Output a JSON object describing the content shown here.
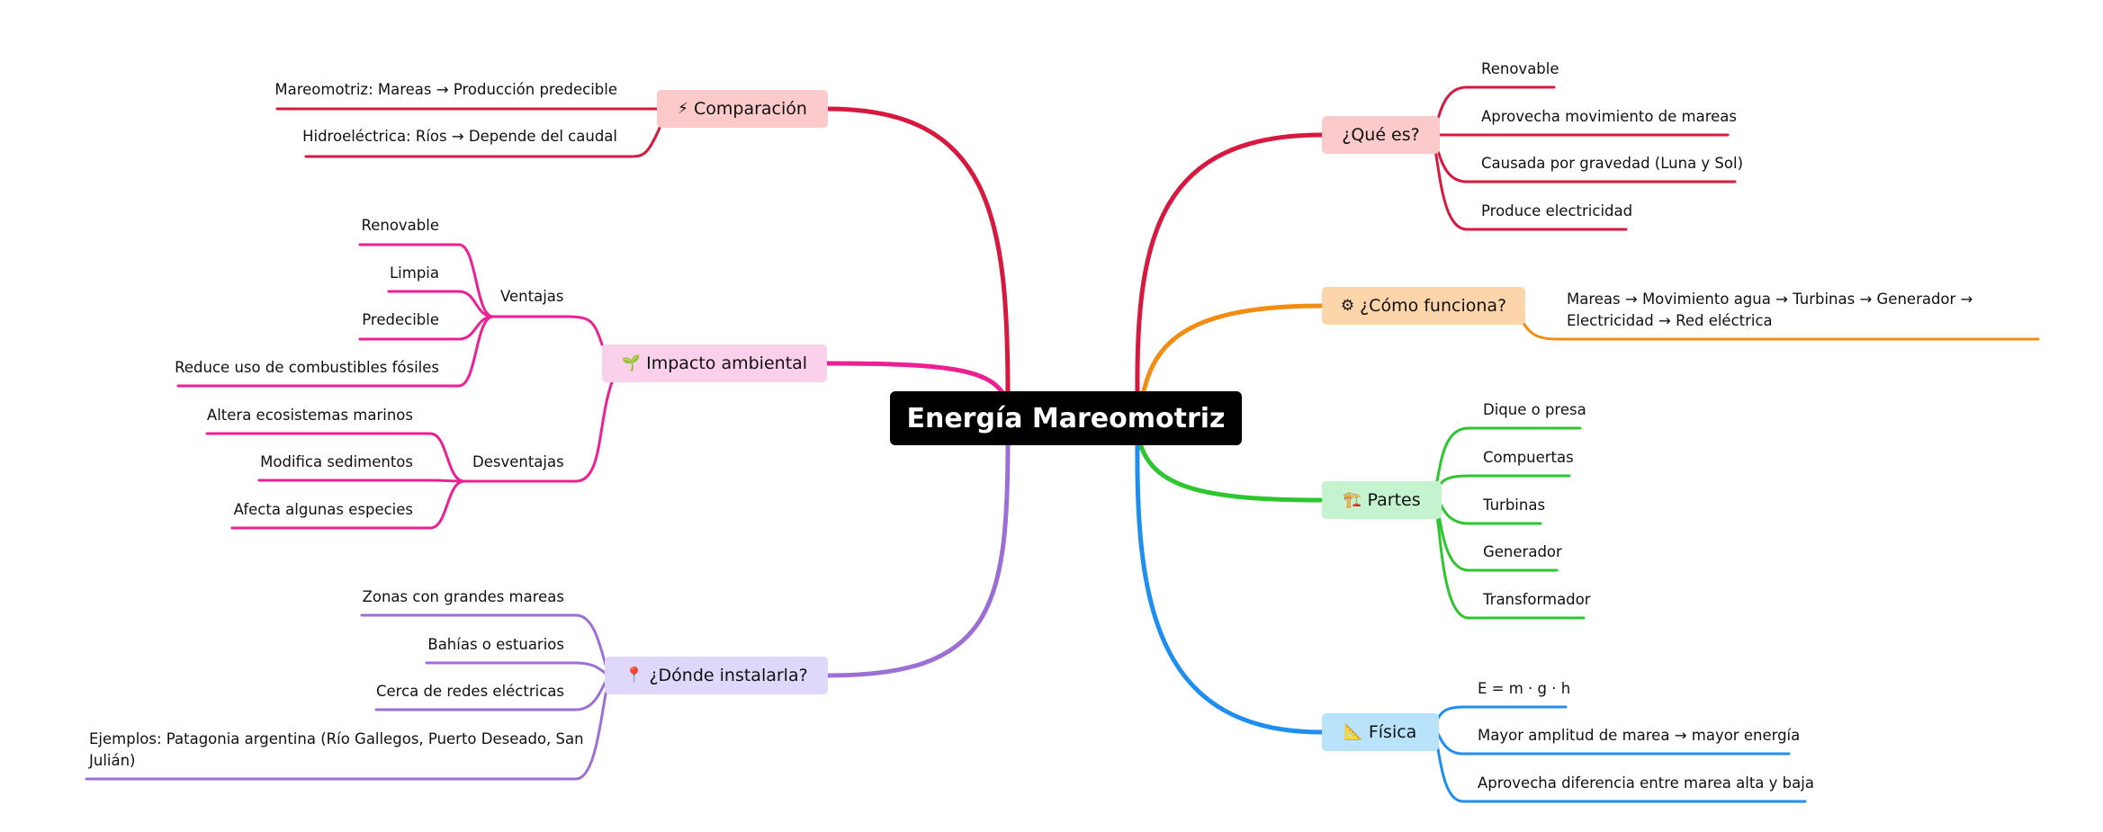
{
  "central": {
    "title": "Energía Mareomotriz"
  },
  "branches": {
    "que_es": {
      "label": "¿Qué es?",
      "color": "#d7183f",
      "fill": "#fccaca",
      "leaves": [
        "Renovable",
        "Aprovecha movimiento de mareas",
        "Causada por gravedad (Luna y Sol)",
        "Produce electricidad"
      ]
    },
    "como_funciona": {
      "label": "¿Cómo funciona?",
      "icon": "⚙",
      "color": "#f48c12",
      "fill": "#fdd5ab",
      "leaves": [
        "Mareas → Movimiento agua → Turbinas → Generador → Electricidad → Red eléctrica"
      ]
    },
    "partes": {
      "label": "Partes",
      "icon": "🏗️",
      "color": "#2ec62e",
      "fill": "#c4f3cf",
      "leaves": [
        "Dique o presa",
        "Compuertas",
        "Turbinas",
        "Generador",
        "Transformador"
      ]
    },
    "fisica": {
      "label": "Física",
      "icon": "📐",
      "color": "#1e8ff0",
      "fill": "#b8e3fa",
      "leaves": [
        "E = m · g · h",
        "Mayor amplitud de marea → mayor energía",
        "Aprovecha diferencia entre marea alta y baja"
      ]
    },
    "comparacion": {
      "label": "Comparación",
      "icon": "⚡",
      "color": "#d7183f",
      "fill": "#fccaca",
      "leaves": [
        "Mareomotriz: Mareas → Producción predecible",
        "Hidroeléctrica: Ríos → Depende del caudal"
      ]
    },
    "impacto": {
      "label": "Impacto ambiental",
      "icon": "🌱",
      "color": "#ee1f93",
      "fill": "#fbd0ea",
      "ventajas": {
        "label": "Ventajas",
        "leaves": [
          "Renovable",
          "Limpia",
          "Predecible",
          "Reduce uso de combustibles fósiles"
        ]
      },
      "desventajas": {
        "label": "Desventajas",
        "leaves": [
          "Altera ecosistemas marinos",
          "Modifica sedimentos",
          "Afecta algunas especies"
        ]
      }
    },
    "donde": {
      "label": "¿Dónde instalarla?",
      "icon": "📍",
      "color": "#9b6fd6",
      "fill": "#dfd8fb",
      "leaves": [
        "Zonas con grandes mareas",
        "Bahías o estuarios",
        "Cerca de redes eléctricas",
        "Ejemplos: Patagonia argentina (Río Gallegos, Puerto Deseado, San Julián)"
      ]
    }
  }
}
